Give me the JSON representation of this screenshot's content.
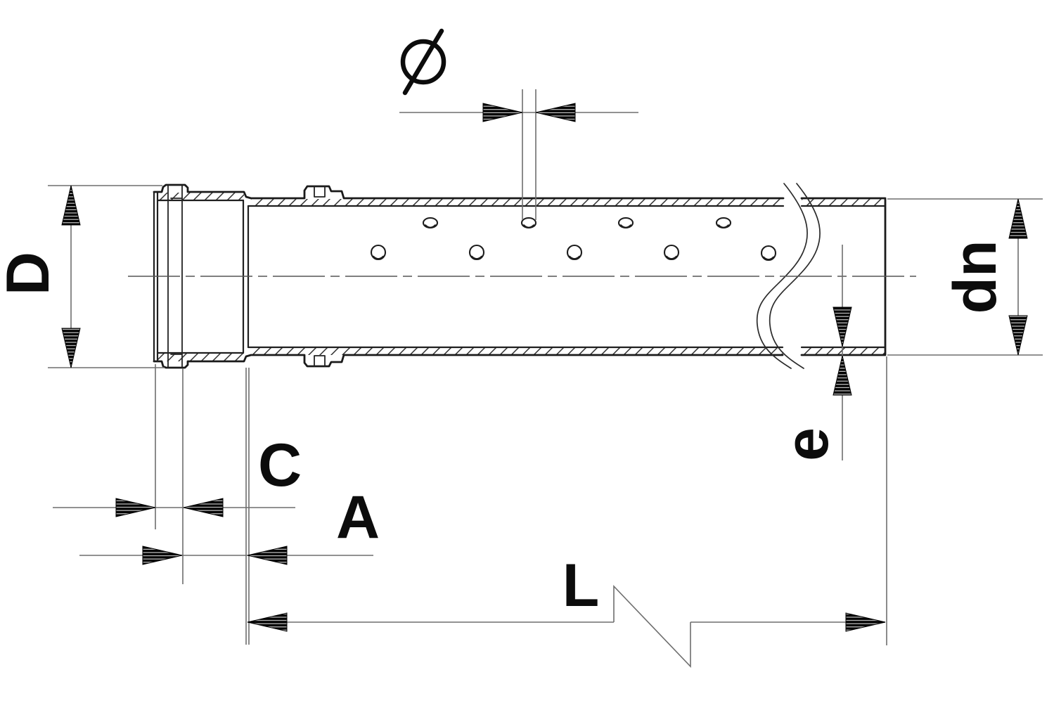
{
  "drawing": {
    "background": "#ffffff",
    "outline_color": "#1a1a1a",
    "thin_line_color": "#6e6e6e",
    "hatch_color": "#2d2d2d",
    "label_color": "#0c0c0c",
    "perforations": {
      "upper_row_count": 4,
      "lower_row_count": 5
    }
  },
  "dimensions": {
    "hole_diameter": {
      "label": "Ø"
    },
    "outer_diameter": {
      "label": "D"
    },
    "nominal_diameter": {
      "label": "dn"
    },
    "wall_thickness": {
      "label": "e"
    },
    "c": {
      "label": "C"
    },
    "a": {
      "label": "A"
    },
    "length": {
      "label": "L"
    }
  }
}
